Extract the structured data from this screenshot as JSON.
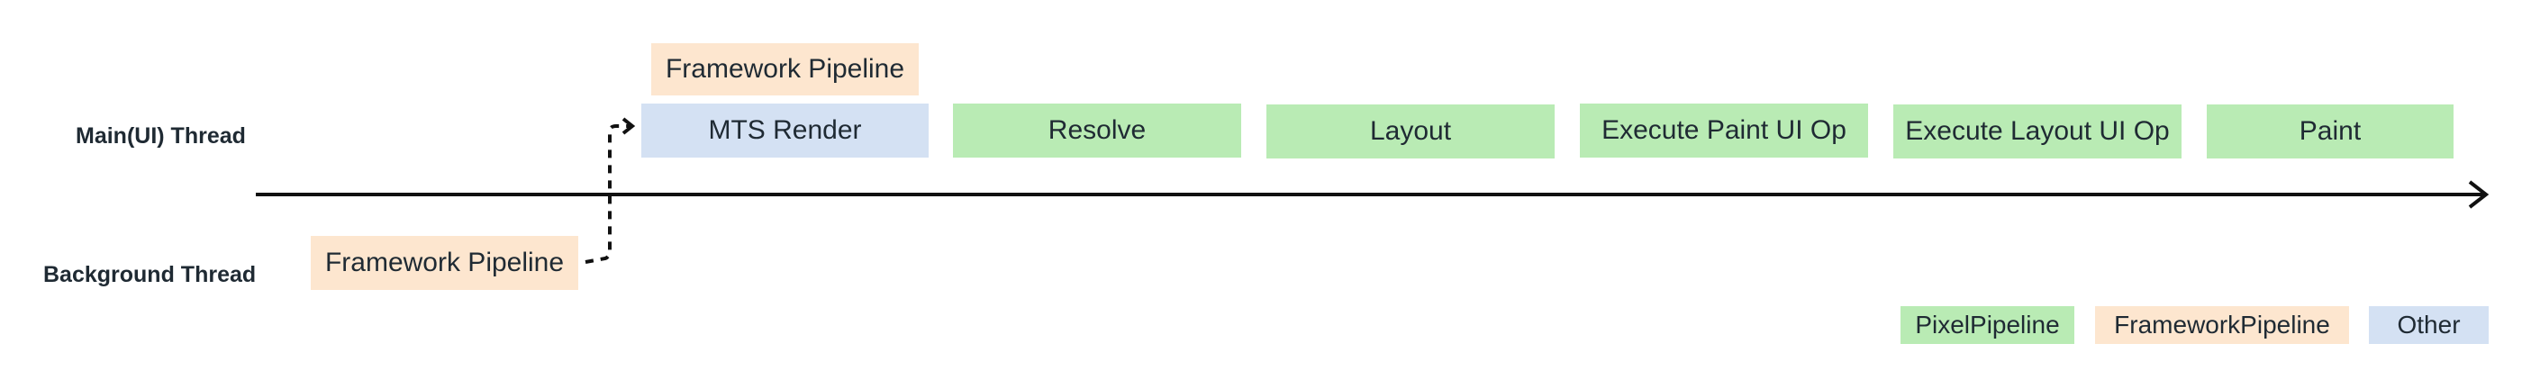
{
  "threads": {
    "main": "Main(UI) Thread",
    "background": "Background Thread"
  },
  "stages": {
    "framework_pipeline_top": "Framework Pipeline",
    "mts_render": "MTS Render",
    "resolve": "Resolve",
    "layout": "Layout",
    "execute_paint_ui_op": "Execute Paint UI Op",
    "execute_layout_ui_op": "Execute Layout UI Op",
    "paint": "Paint",
    "framework_pipeline_background": "Framework Pipeline"
  },
  "legend": {
    "pixel": "PixelPipeline",
    "framework": "FrameworkPipeline",
    "other": "Other"
  },
  "colors": {
    "pixel_pipeline": "#b9ebb4",
    "framework_pipeline": "#fde6cf",
    "other": "#d4e1f3",
    "line": "#111111"
  }
}
